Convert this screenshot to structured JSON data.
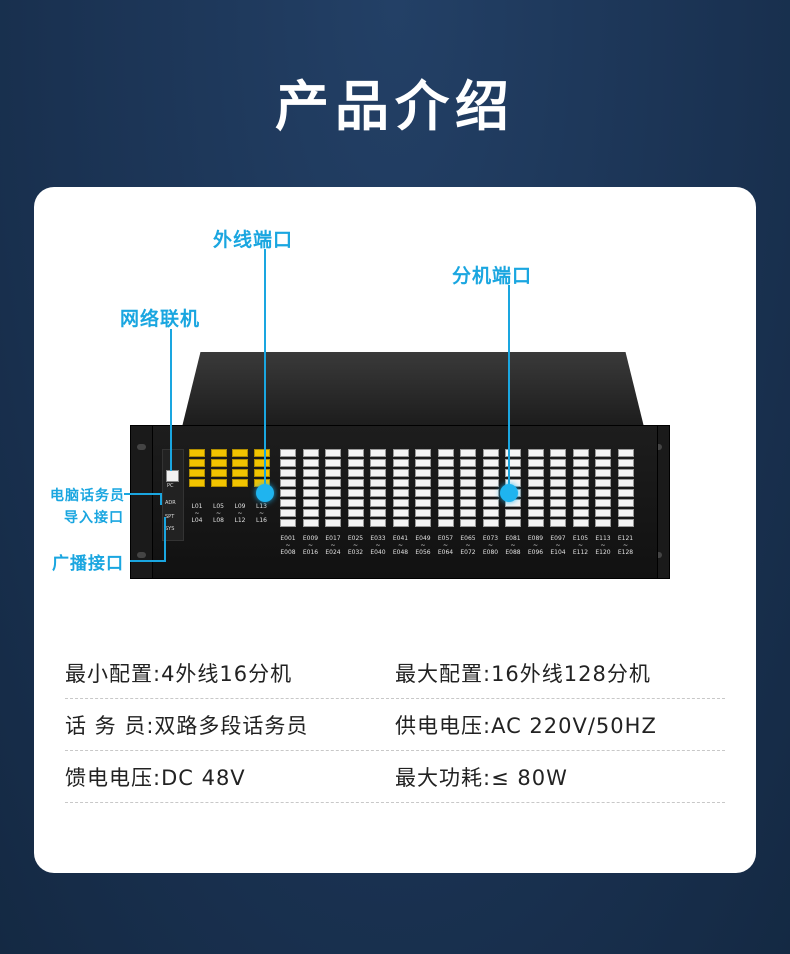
{
  "page": {
    "title": "产品介绍"
  },
  "colors": {
    "background": "#1a3252",
    "accent": "#1aa6e0",
    "card": "#ffffff"
  },
  "callouts": {
    "trunk_port": "外线端口",
    "extension_port": "分机端口",
    "network": "网络联机",
    "operator_import_line1": "电脑话务员",
    "operator_import_line2": "导入接口",
    "broadcast": "广播接口"
  },
  "device": {
    "panel_labels": [
      "PC",
      "ADR",
      "SPT",
      "SYS"
    ],
    "trunk_groups": [
      {
        "top": "L01",
        "bottom": "L04"
      },
      {
        "top": "L05",
        "bottom": "L08"
      },
      {
        "top": "L09",
        "bottom": "L12"
      },
      {
        "top": "L13",
        "bottom": "L16"
      }
    ],
    "extension_groups": [
      {
        "top": "E001",
        "bottom": "E008"
      },
      {
        "top": "E009",
        "bottom": "E016"
      },
      {
        "top": "E017",
        "bottom": "E024"
      },
      {
        "top": "E025",
        "bottom": "E032"
      },
      {
        "top": "E033",
        "bottom": "E040"
      },
      {
        "top": "E041",
        "bottom": "E048"
      },
      {
        "top": "E049",
        "bottom": "E056"
      },
      {
        "top": "E057",
        "bottom": "E064"
      },
      {
        "top": "E065",
        "bottom": "E072"
      },
      {
        "top": "E073",
        "bottom": "E080"
      },
      {
        "top": "E081",
        "bottom": "E088"
      },
      {
        "top": "E089",
        "bottom": "E096"
      },
      {
        "top": "E097",
        "bottom": "E104"
      },
      {
        "top": "E105",
        "bottom": "E112"
      },
      {
        "top": "E113",
        "bottom": "E120"
      },
      {
        "top": "E121",
        "bottom": "E128"
      }
    ]
  },
  "specs": [
    {
      "left": "最小配置:4外线16分机",
      "right": "最大配置:16外线128分机"
    },
    {
      "left": "话 务 员:双路多段话务员",
      "right": "供电电压:AC 220V/50HZ"
    },
    {
      "left": "馈电电压:DC 48V",
      "right": "最大功耗:≤ 80W"
    }
  ]
}
